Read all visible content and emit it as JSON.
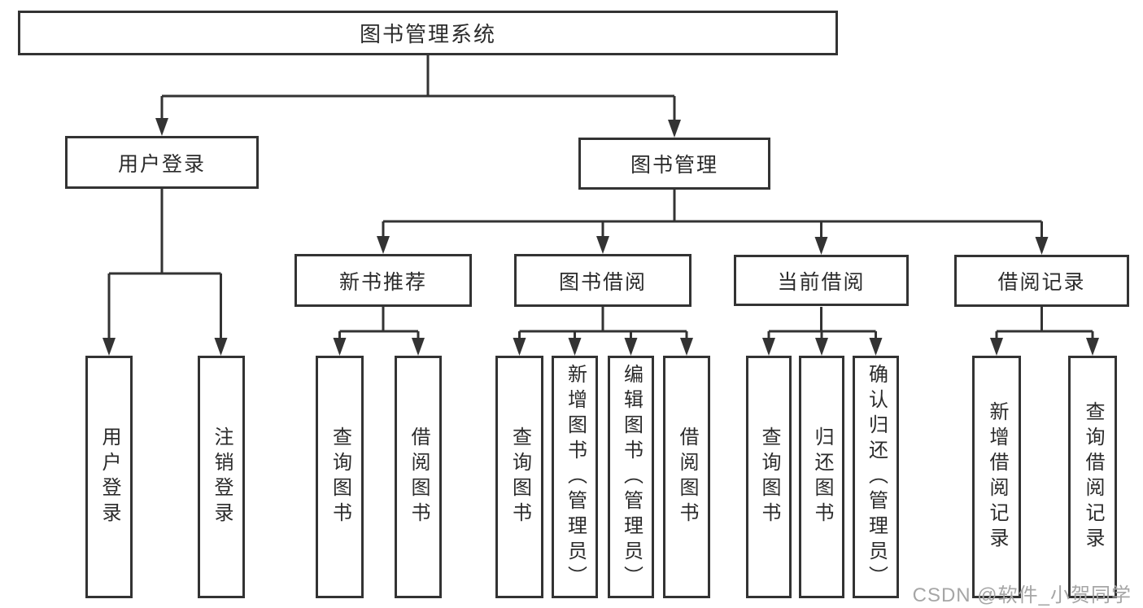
{
  "diagram": {
    "tree": {
      "label": "图书管理系统",
      "children": [
        {
          "label": "用户登录",
          "children": [
            {
              "label": "用户登录"
            },
            {
              "label": "注销登录"
            }
          ]
        },
        {
          "label": "图书管理",
          "children": [
            {
              "label": "新书推荐",
              "children": [
                {
                  "label": "查询图书"
                },
                {
                  "label": "借阅图书"
                }
              ]
            },
            {
              "label": "图书借阅",
              "children": [
                {
                  "label": "查询图书"
                },
                {
                  "label": "新增图书（管理员）"
                },
                {
                  "label": "编辑图书（管理员）"
                },
                {
                  "label": "借阅图书"
                }
              ]
            },
            {
              "label": "当前借阅",
              "children": [
                {
                  "label": "查询图书"
                },
                {
                  "label": "归还图书"
                },
                {
                  "label": "确认归还（管理员）"
                }
              ]
            },
            {
              "label": "借阅记录",
              "children": [
                {
                  "label": "新增借阅记录"
                },
                {
                  "label": "查询借阅记录"
                }
              ]
            }
          ]
        }
      ]
    },
    "colors": {
      "line": "#333333",
      "text": "#2b2b2b",
      "watermark_gray": "#a6a6a6",
      "background": "#ffffff"
    }
  },
  "watermark": {
    "text": "CSDN @软件_小贺同学"
  }
}
